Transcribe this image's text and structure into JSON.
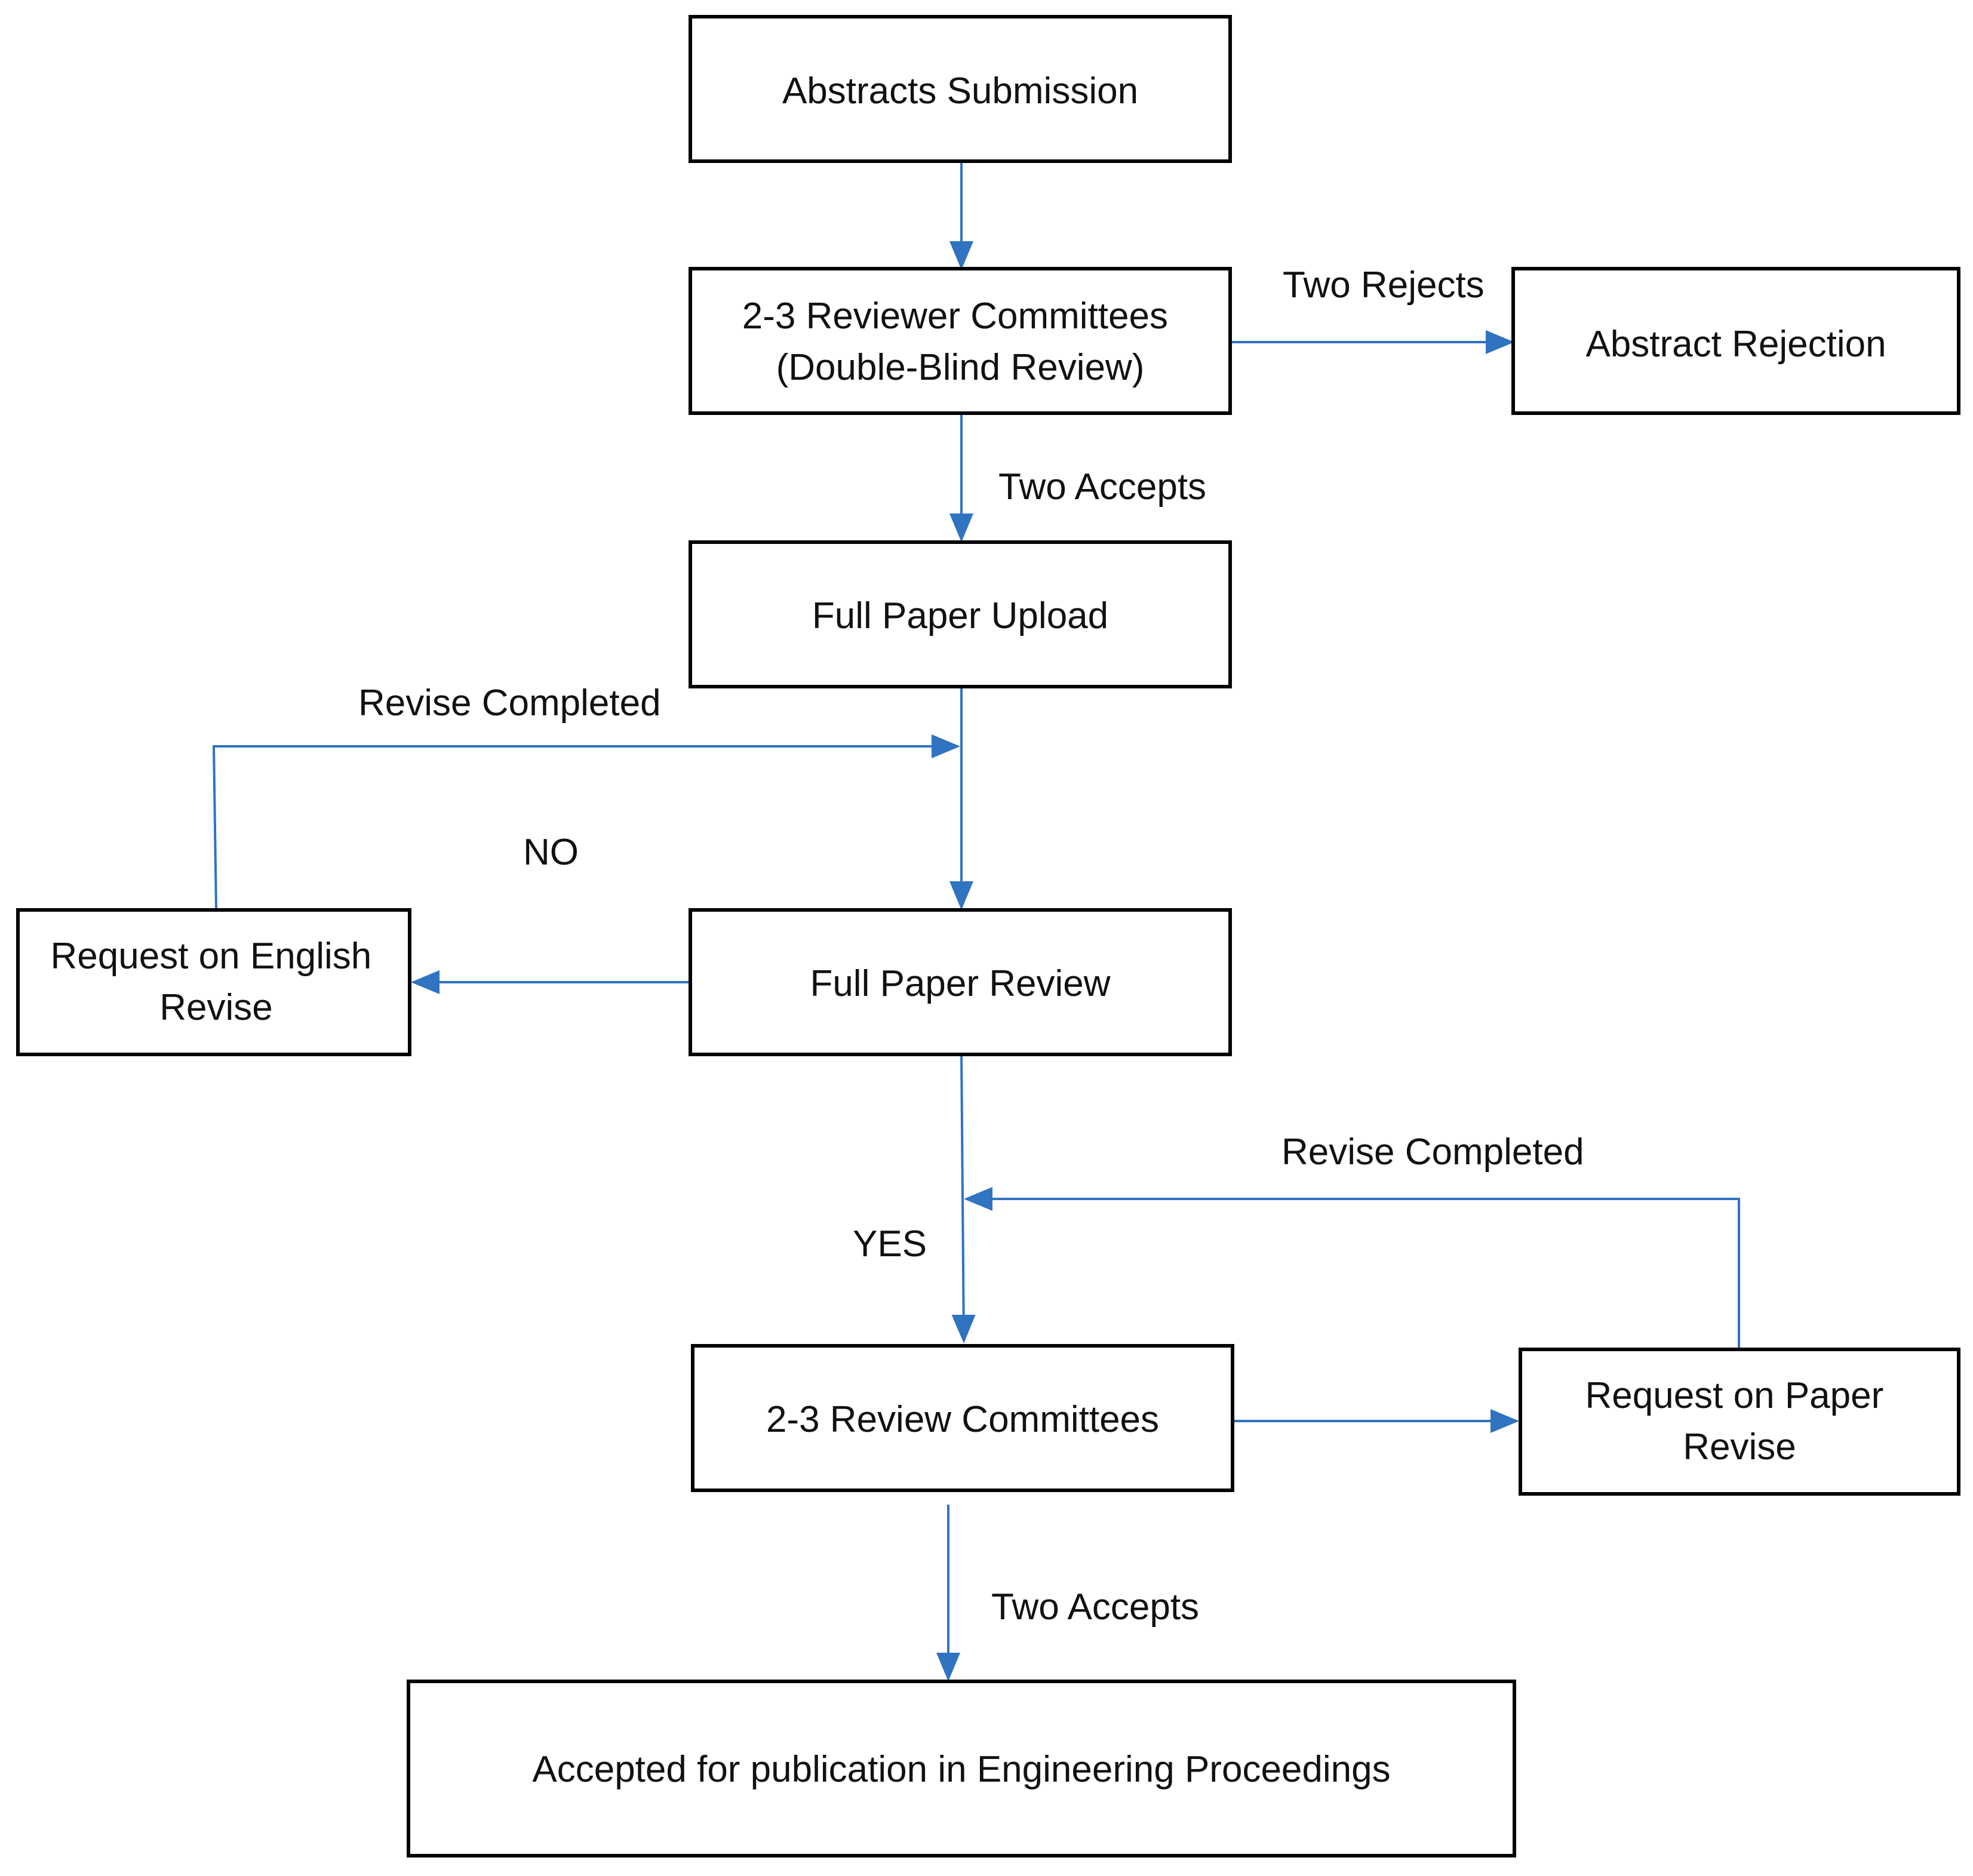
{
  "colors": {
    "box_border": "#000000",
    "connector": "#2f73c1",
    "text": "#111111",
    "background": "#ffffff"
  },
  "nodes": {
    "abstracts_submission": {
      "lines": [
        "Abstracts Submission"
      ]
    },
    "reviewer_committees": {
      "lines": [
        "2-3 Reviewer Committees",
        "(Double-Blind Review)"
      ]
    },
    "abstract_rejection": {
      "lines": [
        "Abstract Rejection"
      ]
    },
    "full_paper_upload": {
      "lines": [
        "Full Paper Upload"
      ]
    },
    "full_paper_review": {
      "lines": [
        "Full Paper Review"
      ]
    },
    "request_english_revise": {
      "lines": [
        "Request on English",
        "Revise"
      ]
    },
    "review_committees": {
      "lines": [
        "2-3 Review Committees"
      ]
    },
    "request_paper_revise": {
      "lines": [
        "Request on Paper",
        "Revise"
      ]
    },
    "accepted_publication": {
      "lines": [
        "Accepted for publication in Engineering Proceedings"
      ]
    }
  },
  "edge_labels": {
    "two_rejects": "Two Rejects",
    "two_accepts_abstract": "Two Accepts",
    "revise_completed_english": "Revise Completed",
    "no": "NO",
    "yes": "YES",
    "revise_completed_paper": "Revise Completed",
    "two_accepts_final": "Two Accepts"
  }
}
